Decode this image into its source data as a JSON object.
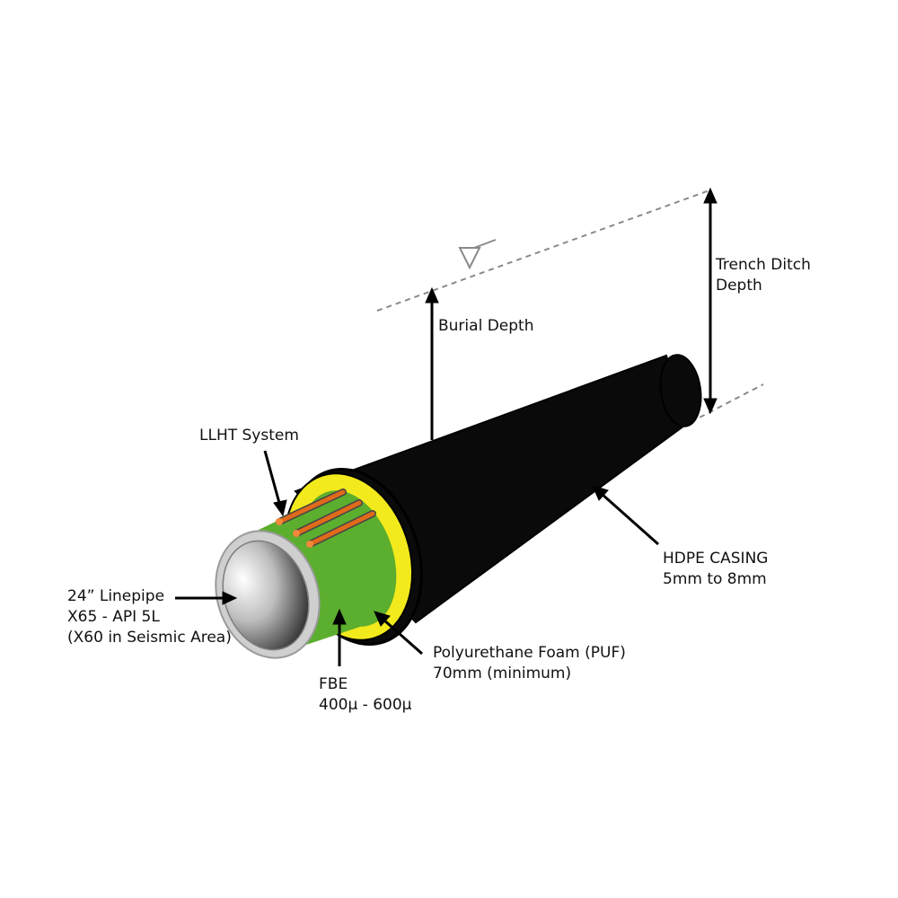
{
  "labels": {
    "trench_depth": [
      "Trench Ditch",
      "Depth"
    ],
    "burial_depth": [
      "Burial Depth"
    ],
    "llht": [
      "LLHT System"
    ],
    "hdpe": [
      "HDPE CASING",
      "5mm to 8mm"
    ],
    "linepipe": [
      "24” Linepipe",
      "X65 - API 5L",
      "(X60 in Seismic Area)"
    ],
    "puf": [
      "Polyurethane Foam (PUF)",
      "70mm (minimum)"
    ],
    "fbe": [
      "FBE",
      "400µ - 600µ"
    ]
  },
  "colors": {
    "casing": "#0a0a0a",
    "foam": "#f2ea1c",
    "fbe": "#5cae2e",
    "pipe_rim": "#cfcfcf",
    "cable": "#e06a1c",
    "arrow": "#000000",
    "ground_line": "#8a8a8a"
  },
  "icons": {
    "water_level": "water-level-triangle-icon"
  }
}
